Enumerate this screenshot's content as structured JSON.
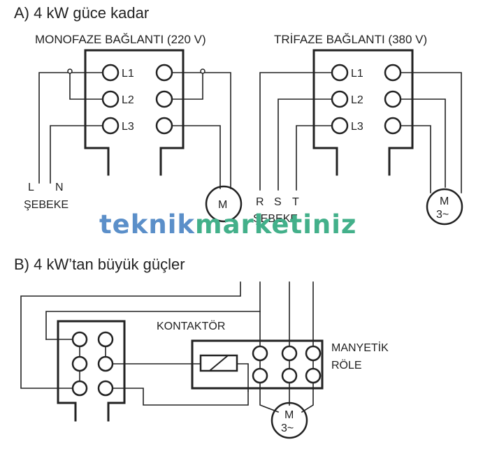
{
  "section_a": {
    "heading": "A) 4 kW güce kadar",
    "mono": {
      "title": "MONOFAZE BAĞLANTI (220 V)",
      "terminals": [
        "L1",
        "L2",
        "L3"
      ],
      "supply_labels": [
        "L",
        "N"
      ],
      "supply_caption": "ŞEBEKE",
      "motor_label": "M"
    },
    "tri": {
      "title": "TRİFAZE BAĞLANTI (380 V)",
      "terminals": [
        "L1",
        "L2",
        "L3"
      ],
      "supply_labels": [
        "R",
        "S",
        "T"
      ],
      "supply_caption": "ŞEBEKE",
      "motor_label": "M",
      "motor_sub": "3~"
    }
  },
  "section_b": {
    "heading": "B) 4 kW’tan büyük güçler",
    "contactor_label": "KONTAKTÖR",
    "relay_label_line1": "MANYETİK",
    "relay_label_line2": "RÖLE",
    "motor_label": "M",
    "motor_sub": "3~"
  },
  "watermark": {
    "part1": "teknik",
    "part2": "marketiniz",
    "color1": "#5b8fc9",
    "color2": "#43b08a"
  },
  "colors": {
    "line": "#222222",
    "background": "#ffffff"
  }
}
